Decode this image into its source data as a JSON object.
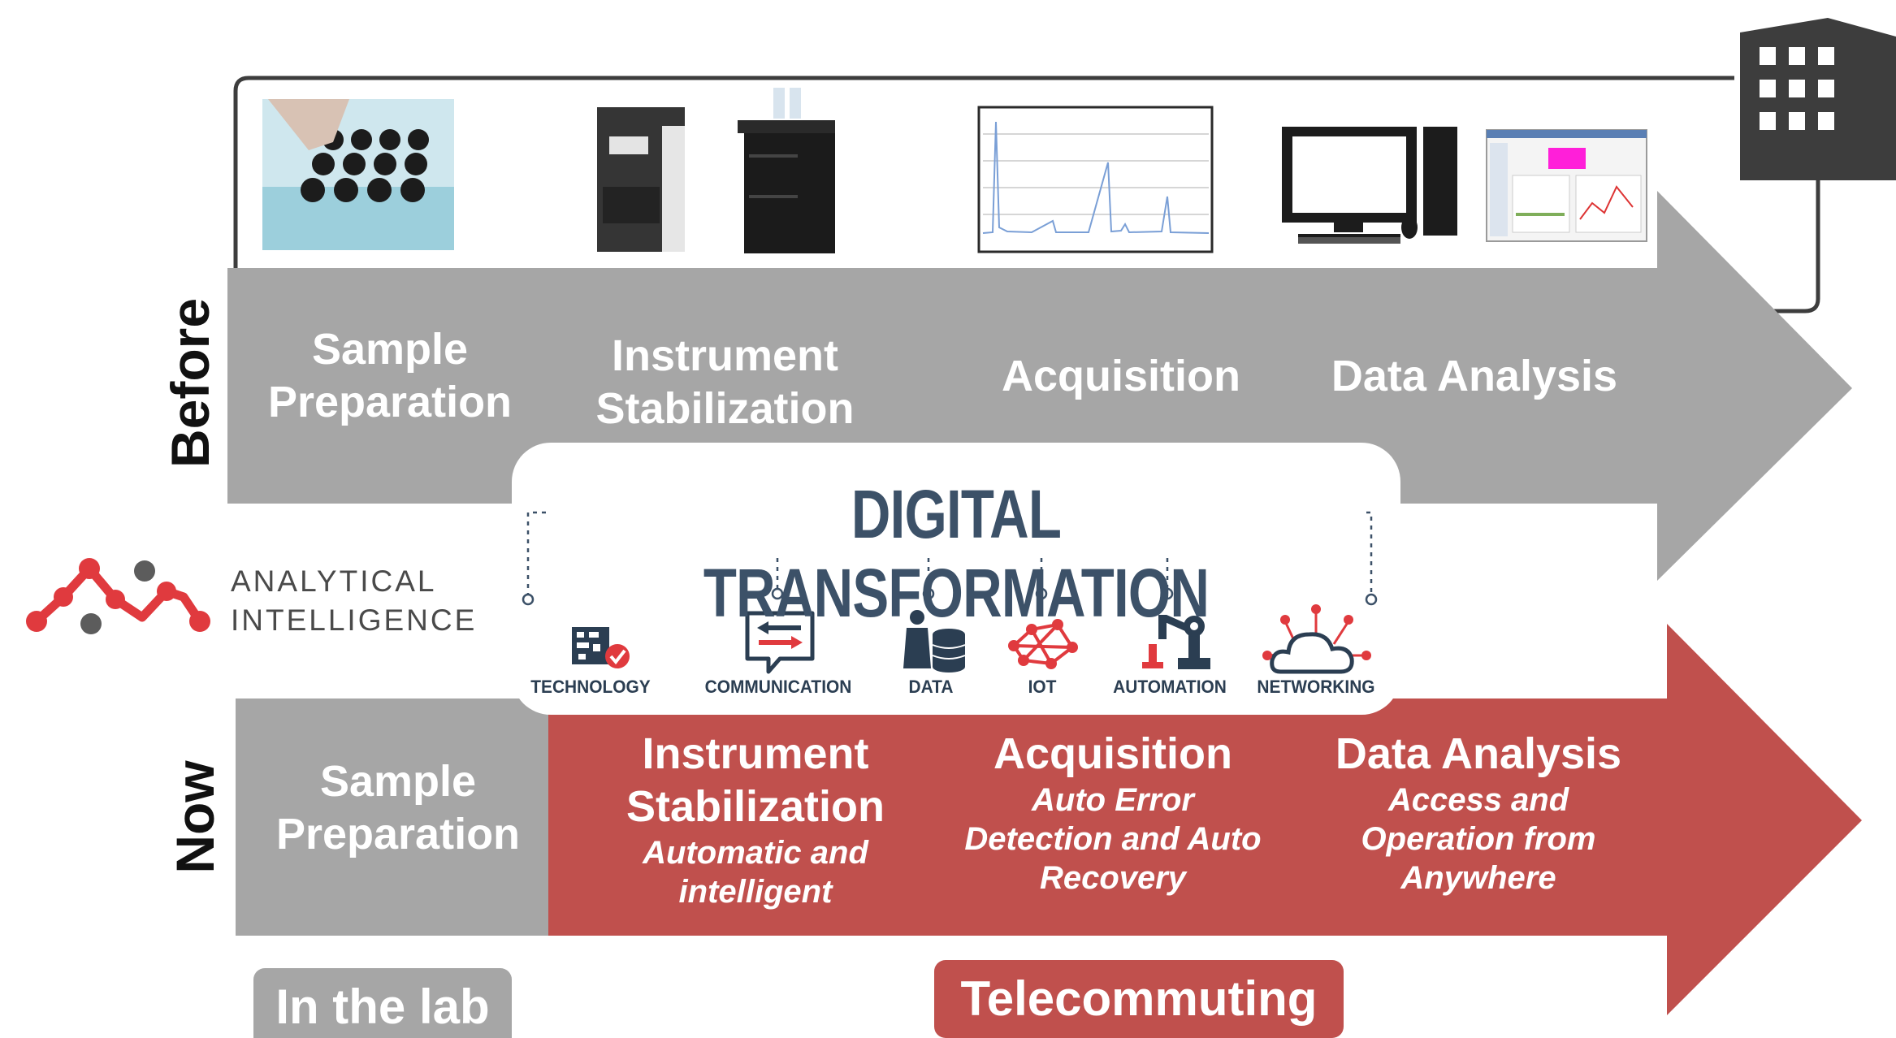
{
  "rows": {
    "before": "Before",
    "now": "Now"
  },
  "before_steps": [
    {
      "title_line1": "Sample",
      "title_line2": "Preparation"
    },
    {
      "title_line1": "Instrument",
      "title_line2": "Stabilization"
    },
    {
      "title": "Acquisition"
    },
    {
      "title": "Data Analysis"
    }
  ],
  "now_steps": [
    {
      "title_line1": "Sample",
      "title_line2": "Preparation"
    },
    {
      "title_line1": "Instrument",
      "title_line2": "Stabilization",
      "sub_line1": "Automatic and",
      "sub_line2": "intelligent"
    },
    {
      "title": "Acquisition",
      "sub_line1": "Auto Error",
      "sub_line2": "Detection and Auto",
      "sub_line3": "Recovery"
    },
    {
      "title": "Data Analysis",
      "sub_line1": "Access and",
      "sub_line2": "Operation from",
      "sub_line3": "Anywhere"
    }
  ],
  "digital_transformation": {
    "title": "DIGITAL TRANSFORMATION",
    "pillars": [
      "TECHNOLOGY",
      "COMMUNICATION",
      "DATA",
      "IOT",
      "AUTOMATION",
      "NETWORKING"
    ]
  },
  "logo": {
    "line1": "ANALYTICAL",
    "line2": "INTELLIGENCE"
  },
  "badges": {
    "lab": "In the lab",
    "remote": "Telecommuting"
  },
  "colors": {
    "gray_arrow": "#a6a6a6",
    "red_arrow": "#c0504d",
    "title_blue": "#3c5168",
    "logo_red": "#e03a3e",
    "logo_gray": "#5c5c5c",
    "building": "#3d3d3d"
  },
  "icons": [
    "vial-tray-photo",
    "lc-module-icon",
    "lc-stack-icon",
    "chromatogram-icon",
    "desktop-computer-icon",
    "software-screenshot-icon",
    "office-building-icon",
    "technology-icon",
    "communication-icon",
    "data-icon",
    "iot-icon",
    "automation-icon",
    "networking-icon"
  ]
}
